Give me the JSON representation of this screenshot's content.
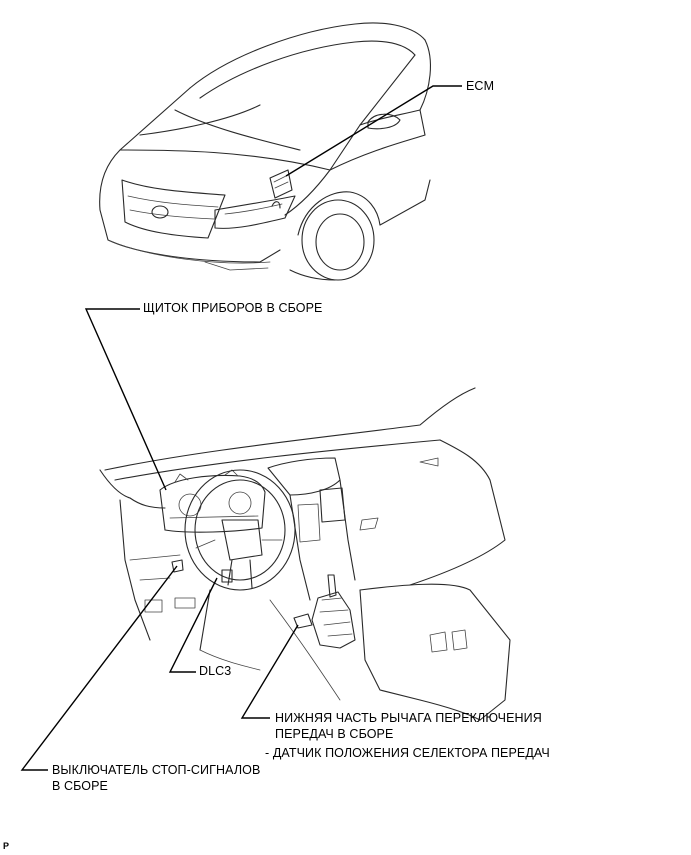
{
  "labels": {
    "ecm": "ECM",
    "instrument_cluster": "ЩИТОК ПРИБОРОВ В СБОРЕ",
    "dlc3": "DLC3",
    "shift_lever_line1": "НИЖНЯЯ ЧАСТЬ РЫЧАГА ПЕРЕКЛЮЧЕНИЯ",
    "shift_lever_line2": "ПЕРЕДАЧ В СБОРЕ",
    "shift_lever_sub": "- ДАТЧИК ПОЛОЖЕНИЯ СЕЛЕКТОРА ПЕРЕДАЧ",
    "stop_switch_line1": "ВЫКЛЮЧАТЕЛЬ СТОП-СИГНАЛОВ",
    "stop_switch_line2": "В СБОРЕ",
    "page_mark": "P"
  }
}
